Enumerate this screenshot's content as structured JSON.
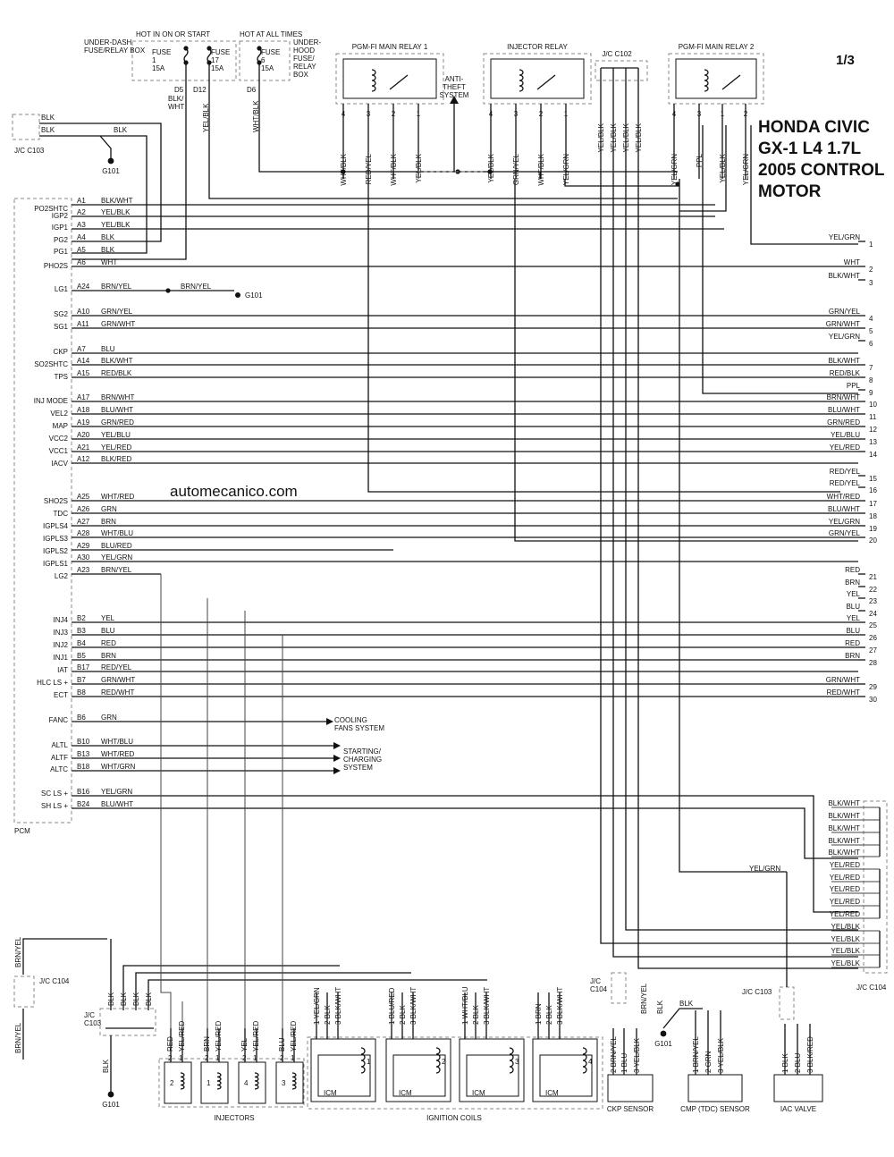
{
  "title": [
    "HONDA CIVIC",
    "GX-1 L4 1.7L",
    "2005 CONTROL",
    "MOTOR"
  ],
  "page_number": "1/3",
  "watermark": "automecanico.com",
  "fuse_boxes": {
    "underdash_label": [
      "UNDER-DASH",
      "FUSE/RELAY BOX"
    ],
    "hot_on_label": "HOT IN ON OR START",
    "hot_all_label": "HOT AT ALL TIMES",
    "underhood_label": [
      "UNDER-",
      "HOOD",
      "FUSE/",
      "RELAY",
      "BOX"
    ],
    "fuses": [
      {
        "name": "FUSE",
        "num": "1",
        "amp": "15A"
      },
      {
        "name": "FUSE",
        "num": "17",
        "amp": "15A"
      },
      {
        "name": "FUSE",
        "num": "6",
        "amp": "15A"
      }
    ],
    "pins": [
      "D5",
      "D12",
      "D6"
    ],
    "wires": [
      "BLK/\nWHT",
      "YEL/BLK",
      "WHT/BLK"
    ]
  },
  "relays": [
    {
      "name": "PGM-FI MAIN RELAY 1",
      "pins": [
        "4",
        "3",
        "2",
        "1"
      ],
      "wires": [
        "WHT/BLK",
        "RED/YEL",
        "WHT/BLK",
        "YEL/BLK"
      ]
    },
    {
      "name": "INJECTOR RELAY",
      "pins": [
        "4",
        "3",
        "2",
        "1"
      ],
      "wires": [
        "YEL/BLK",
        "GRN/YEL",
        "WHT/BLK",
        "YEL/GRN"
      ]
    },
    {
      "name": "PGM-FI MAIN RELAY 2",
      "pins": [
        "4",
        "3",
        "1",
        "2"
      ],
      "wires": [
        "YEL/GRN",
        "PPL",
        "YEL/BLK",
        "YEL/GRN"
      ]
    }
  ],
  "jc_c102": {
    "name": "J/C C102",
    "wires": [
      "YEL/BLK",
      "YEL/BLK",
      "YEL/BLK",
      "YEL/BLK"
    ]
  },
  "anti_theft": [
    "ANTI-",
    "THEFT",
    "SYSTEM"
  ],
  "jc_c103_top": {
    "name": "J/C C103",
    "wires": [
      "BLK",
      "BLK",
      "BLK"
    ],
    "ground": "G101"
  },
  "pcm_label": "PCM",
  "pcm_pins": [
    {
      "fn": "PO2SHTC",
      "pin": "A1",
      "wire": "BLK/WHT"
    },
    {
      "fn": "IGP2",
      "pin": "A2",
      "wire": "YEL/BLK"
    },
    {
      "fn": "IGP1",
      "pin": "A3",
      "wire": "YEL/BLK"
    },
    {
      "fn": "PG2",
      "pin": "A4",
      "wire": "BLK"
    },
    {
      "fn": "PG1",
      "pin": "A5",
      "wire": "BLK"
    },
    {
      "fn": "PHO2S",
      "pin": "A6",
      "wire": "WHT"
    },
    {
      "fn": "LG1",
      "pin": "A24",
      "wire": "BRN/YEL"
    },
    {
      "fn": "SG2",
      "pin": "A10",
      "wire": "GRN/YEL"
    },
    {
      "fn": "SG1",
      "pin": "A11",
      "wire": "GRN/WHT"
    },
    {
      "fn": "CKP",
      "pin": "A7",
      "wire": "BLU"
    },
    {
      "fn": "SO2SHTC",
      "pin": "A14",
      "wire": "BLK/WHT"
    },
    {
      "fn": "TPS",
      "pin": "A15",
      "wire": "RED/BLK"
    },
    {
      "fn": "INJ MODE",
      "pin": "A17",
      "wire": "BRN/WHT"
    },
    {
      "fn": "VEL2",
      "pin": "A18",
      "wire": "BLU/WHT"
    },
    {
      "fn": "MAP",
      "pin": "A19",
      "wire": "GRN/RED"
    },
    {
      "fn": "VCC2",
      "pin": "A20",
      "wire": "YEL/BLU"
    },
    {
      "fn": "VCC1",
      "pin": "A21",
      "wire": "YEL/RED"
    },
    {
      "fn": "IACV",
      "pin": "A12",
      "wire": "BLK/RED"
    },
    {
      "fn": "SHO2S",
      "pin": "A25",
      "wire": "WHT/RED"
    },
    {
      "fn": "TDC",
      "pin": "A26",
      "wire": "GRN"
    },
    {
      "fn": "IGPLS4",
      "pin": "A27",
      "wire": "BRN"
    },
    {
      "fn": "IGPLS3",
      "pin": "A28",
      "wire": "WHT/BLU"
    },
    {
      "fn": "IGPLS2",
      "pin": "A29",
      "wire": "BLU/RED"
    },
    {
      "fn": "IGPLS1",
      "pin": "A30",
      "wire": "YEL/GRN"
    },
    {
      "fn": "LG2",
      "pin": "A23",
      "wire": "BRN/YEL"
    },
    {
      "fn": "INJ4",
      "pin": "B2",
      "wire": "YEL"
    },
    {
      "fn": "INJ3",
      "pin": "B3",
      "wire": "BLU"
    },
    {
      "fn": "INJ2",
      "pin": "B4",
      "wire": "RED"
    },
    {
      "fn": "INJ1",
      "pin": "B5",
      "wire": "BRN"
    },
    {
      "fn": "IAT",
      "pin": "B17",
      "wire": "RED/YEL"
    },
    {
      "fn": "HLC LS +",
      "pin": "B7",
      "wire": "GRN/WHT"
    },
    {
      "fn": "ECT",
      "pin": "B8",
      "wire": "RED/WHT"
    },
    {
      "fn": "FANC",
      "pin": "B6",
      "wire": "GRN"
    },
    {
      "fn": "ALTL",
      "pin": "B10",
      "wire": "WHT/BLU"
    },
    {
      "fn": "ALTF",
      "pin": "B13",
      "wire": "WHT/RED"
    },
    {
      "fn": "ALTC",
      "pin": "B18",
      "wire": "WHT/GRN"
    },
    {
      "fn": "SC LS +",
      "pin": "B16",
      "wire": "YEL/GRN"
    },
    {
      "fn": "SH LS +",
      "pin": "B24",
      "wire": "BLU/WHT"
    }
  ],
  "lg1_wire": "BRN/YEL",
  "lg1_ground": "G101",
  "systems": {
    "cooling": [
      "COOLING",
      "FANS SYSTEM"
    ],
    "charging": [
      "STARTING/",
      "CHARGING",
      "SYSTEM"
    ]
  },
  "right_connectors": [
    {
      "num": "1",
      "wire": "YEL/GRN"
    },
    {
      "num": "2",
      "wire": "WHT"
    },
    {
      "num": "3",
      "wire": "BLK/WHT"
    },
    {
      "num": "4",
      "wire": "GRN/YEL"
    },
    {
      "num": "5",
      "wire": "GRN/WHT"
    },
    {
      "num": "6",
      "wire": "YEL/GRN"
    },
    {
      "num": "7",
      "wire": "BLK/WHT"
    },
    {
      "num": "8",
      "wire": "RED/BLK"
    },
    {
      "num": "9",
      "wire": "PPL"
    },
    {
      "num": "10",
      "wire": "BRN/WHT"
    },
    {
      "num": "11",
      "wire": "BLU/WHT"
    },
    {
      "num": "12",
      "wire": "GRN/RED"
    },
    {
      "num": "13",
      "wire": "YEL/BLU"
    },
    {
      "num": "14",
      "wire": "YEL/RED"
    },
    {
      "num": "15",
      "wire": "RED/YEL"
    },
    {
      "num": "16",
      "wire": "RED/YEL"
    },
    {
      "num": "17",
      "wire": "WHT/RED"
    },
    {
      "num": "18",
      "wire": "BLU/WHT"
    },
    {
      "num": "19",
      "wire": "YEL/GRN"
    },
    {
      "num": "20",
      "wire": "GRN/YEL"
    },
    {
      "num": "21",
      "wire": "RED"
    },
    {
      "num": "22",
      "wire": "BRN"
    },
    {
      "num": "23",
      "wire": "YEL"
    },
    {
      "num": "24",
      "wire": "BLU"
    },
    {
      "num": "25",
      "wire": "YEL"
    },
    {
      "num": "26",
      "wire": "BLU"
    },
    {
      "num": "27",
      "wire": "RED"
    },
    {
      "num": "28",
      "wire": "BRN"
    },
    {
      "num": "29",
      "wire": "GRN/WHT"
    },
    {
      "num": "30",
      "wire": "RED/WHT"
    }
  ],
  "jc_c104_right": {
    "name": "J/C C104",
    "wires": [
      "BLK/WHT",
      "BLK/WHT",
      "BLK/WHT",
      "BLK/WHT",
      "BLK/WHT",
      "YEL/RED",
      "YEL/RED",
      "YEL/RED",
      "YEL/RED",
      "YEL/RED",
      "YEL/BLK",
      "YEL/BLK",
      "YEL/BLK",
      "YEL/BLK"
    ],
    "in_wire": "YEL/GRN"
  },
  "jc_c104_left": {
    "name": "J/C C104",
    "wires": [
      "BRN/YEL",
      "BRN/YEL"
    ]
  },
  "jc_c103_bottom": {
    "name": "J/C\nC103",
    "wires": [
      "BLK",
      "BLK",
      "BLK",
      "BLK"
    ],
    "down_wire": "BLK",
    "ground": "G101"
  },
  "injectors": {
    "label": "INJECTORS",
    "items": [
      {
        "num": "2",
        "wires": [
          "RED",
          "YEL/RED"
        ],
        "pins": [
          "2",
          "1"
        ]
      },
      {
        "num": "1",
        "wires": [
          "BRN",
          "YEL/RED"
        ],
        "pins": [
          "2",
          "1"
        ]
      },
      {
        "num": "4",
        "wires": [
          "YEL",
          "YEL/RED"
        ],
        "pins": [
          "2",
          "1"
        ]
      },
      {
        "num": "3",
        "wires": [
          "BLU",
          "YEL/RED"
        ],
        "pins": [
          "2",
          "1"
        ]
      }
    ]
  },
  "coils": {
    "label": "IGNITION COILS",
    "icm": "ICM",
    "items": [
      {
        "num": "1",
        "wires": [
          "YEL/GRN",
          "BLK",
          "BLK/WHT"
        ],
        "pins": [
          "1",
          "2",
          "3"
        ]
      },
      {
        "num": "2",
        "wires": [
          "BLU/RED",
          "BLK",
          "BLK/WHT"
        ],
        "pins": [
          "1",
          "2",
          "3"
        ]
      },
      {
        "num": "3",
        "wires": [
          "WHT/BLU",
          "BLK",
          "BLK/WHT"
        ],
        "pins": [
          "1",
          "2",
          "3"
        ]
      },
      {
        "num": "4",
        "wires": [
          "BRN",
          "BLK",
          "BLK/WHT"
        ],
        "pins": [
          "1",
          "2",
          "3"
        ]
      }
    ]
  },
  "ckp_sensor": {
    "label": "CKP SENSOR",
    "wires": [
      "BRN/YEL",
      "BLU",
      "YEL/BLK"
    ],
    "pins": [
      "2",
      "1",
      "3"
    ],
    "jc": "J/C\nC104"
  },
  "cmp_sensor": {
    "label": "CMP (TDC) SENSOR",
    "wires": [
      "BRN/YEL",
      "GRN",
      "YEL/BLK"
    ],
    "pins": [
      "1",
      "2",
      "3"
    ],
    "top_wire": "BLK",
    "ground": "G101"
  },
  "iac_valve": {
    "label": "IAC VALVE",
    "wires": [
      "BLK",
      "BLU",
      "BLK/RED"
    ],
    "pins": [
      "1",
      "2",
      "3"
    ],
    "jc": "J/C C103"
  },
  "ckp_blk": "BLK",
  "ckp_brn_yel": "BRN/YEL"
}
